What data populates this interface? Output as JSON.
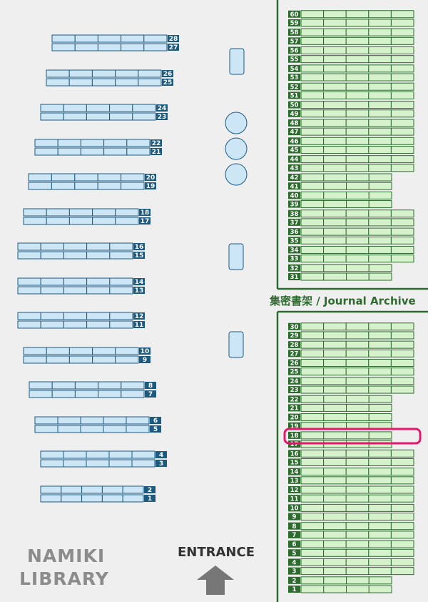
{
  "library": {
    "name_line1": "NAMIKI",
    "name_line2": "LIBRARY",
    "entrance_label": "ENTRANCE",
    "archive_label": "集密書架 / Journal Archive"
  },
  "colors": {
    "general_fill": "#cce6f6",
    "general_stroke": "#1c5a80",
    "label_bg": "#1c5a80",
    "archive_fill": "#d6f2cc",
    "archive_stroke": "#2e6b2e",
    "archive_label_bg": "#2e6b2e",
    "highlight": "#e6186e",
    "walls": "#2e6b2e",
    "entrance_arrow": "#777777"
  },
  "general_shelves": [
    "1",
    "2",
    "3",
    "4",
    "5",
    "6",
    "7",
    "8",
    "9",
    "10",
    "11",
    "12",
    "13",
    "14",
    "15",
    "16",
    "17",
    "18",
    "19",
    "20",
    "21",
    "22",
    "23",
    "24",
    "25",
    "26",
    "27",
    "28"
  ],
  "archive_upper_shelves": [
    "31",
    "32",
    "33",
    "34",
    "35",
    "36",
    "37",
    "38",
    "39",
    "40",
    "41",
    "42",
    "43",
    "44",
    "45",
    "46",
    "47",
    "48",
    "49",
    "50",
    "51",
    "52",
    "53",
    "54",
    "55",
    "56",
    "57",
    "58",
    "59",
    "60"
  ],
  "archive_lower_shelves": [
    "1",
    "2",
    "3",
    "4",
    "5",
    "6",
    "7",
    "8",
    "9",
    "10",
    "11",
    "12",
    "13",
    "14",
    "15",
    "16",
    "17",
    "18",
    "19",
    "20",
    "21",
    "22",
    "23",
    "24",
    "25",
    "26",
    "27",
    "28",
    "29",
    "30"
  ],
  "highlighted_shelf": "18"
}
